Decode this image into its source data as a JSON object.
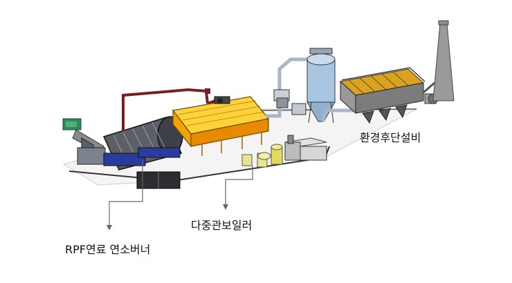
{
  "labels": {
    "burner": "RPF연료 연소버너",
    "boiler": "다중관보일러",
    "emission": "환경후단설비"
  }
}
